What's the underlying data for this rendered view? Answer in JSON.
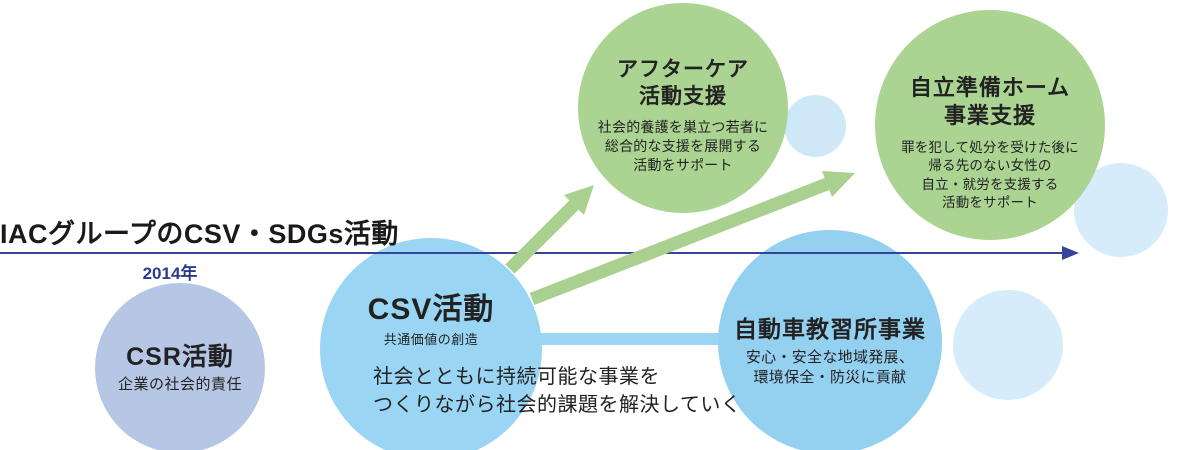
{
  "title": "IACグループのCSV・SDGs活動",
  "timeline": {
    "year_label": "2014年"
  },
  "colors": {
    "csr_circle": "#b6c7e5",
    "csv_circle": "#9ad5f4",
    "driving_circle": "#94d1f1",
    "support_circle_green": "#abd492",
    "decorative_circle": "#d6ecfa",
    "arrow_green": "#a9d08f",
    "timeline_navy": "#35439a",
    "year_text": "#2b3a8c",
    "text_dark": "#222222"
  },
  "circles": {
    "csr": {
      "title": "CSR活動",
      "subtitle": "企業の社会的責任"
    },
    "csv": {
      "title": "CSV活動",
      "subtitle": "共通価値の創造",
      "description_line1": "社会とともに持続可能な事業を",
      "description_line2": "つくりながら社会的課題を解決していく"
    },
    "aftercare": {
      "title_line1": "アフターケア",
      "title_line2": "活動支援",
      "body_line1": "社会的養護を巣立つ若者に",
      "body_line2": "総合的な支援を展開する",
      "body_line3": "活動をサポート"
    },
    "jiritsu_home": {
      "title_line1": "自立準備ホーム",
      "title_line2": "事業支援",
      "body_line1": "罪を犯して処分を受けた後に",
      "body_line2": "帰る先のない女性の",
      "body_line3": "自立・就労を支援する",
      "body_line4": "活動をサポート"
    },
    "driving_school": {
      "title": "自動車教習所事業",
      "body_line1": "安心・安全な地域発展、",
      "body_line2": "環境保全・防災に貢献"
    }
  }
}
